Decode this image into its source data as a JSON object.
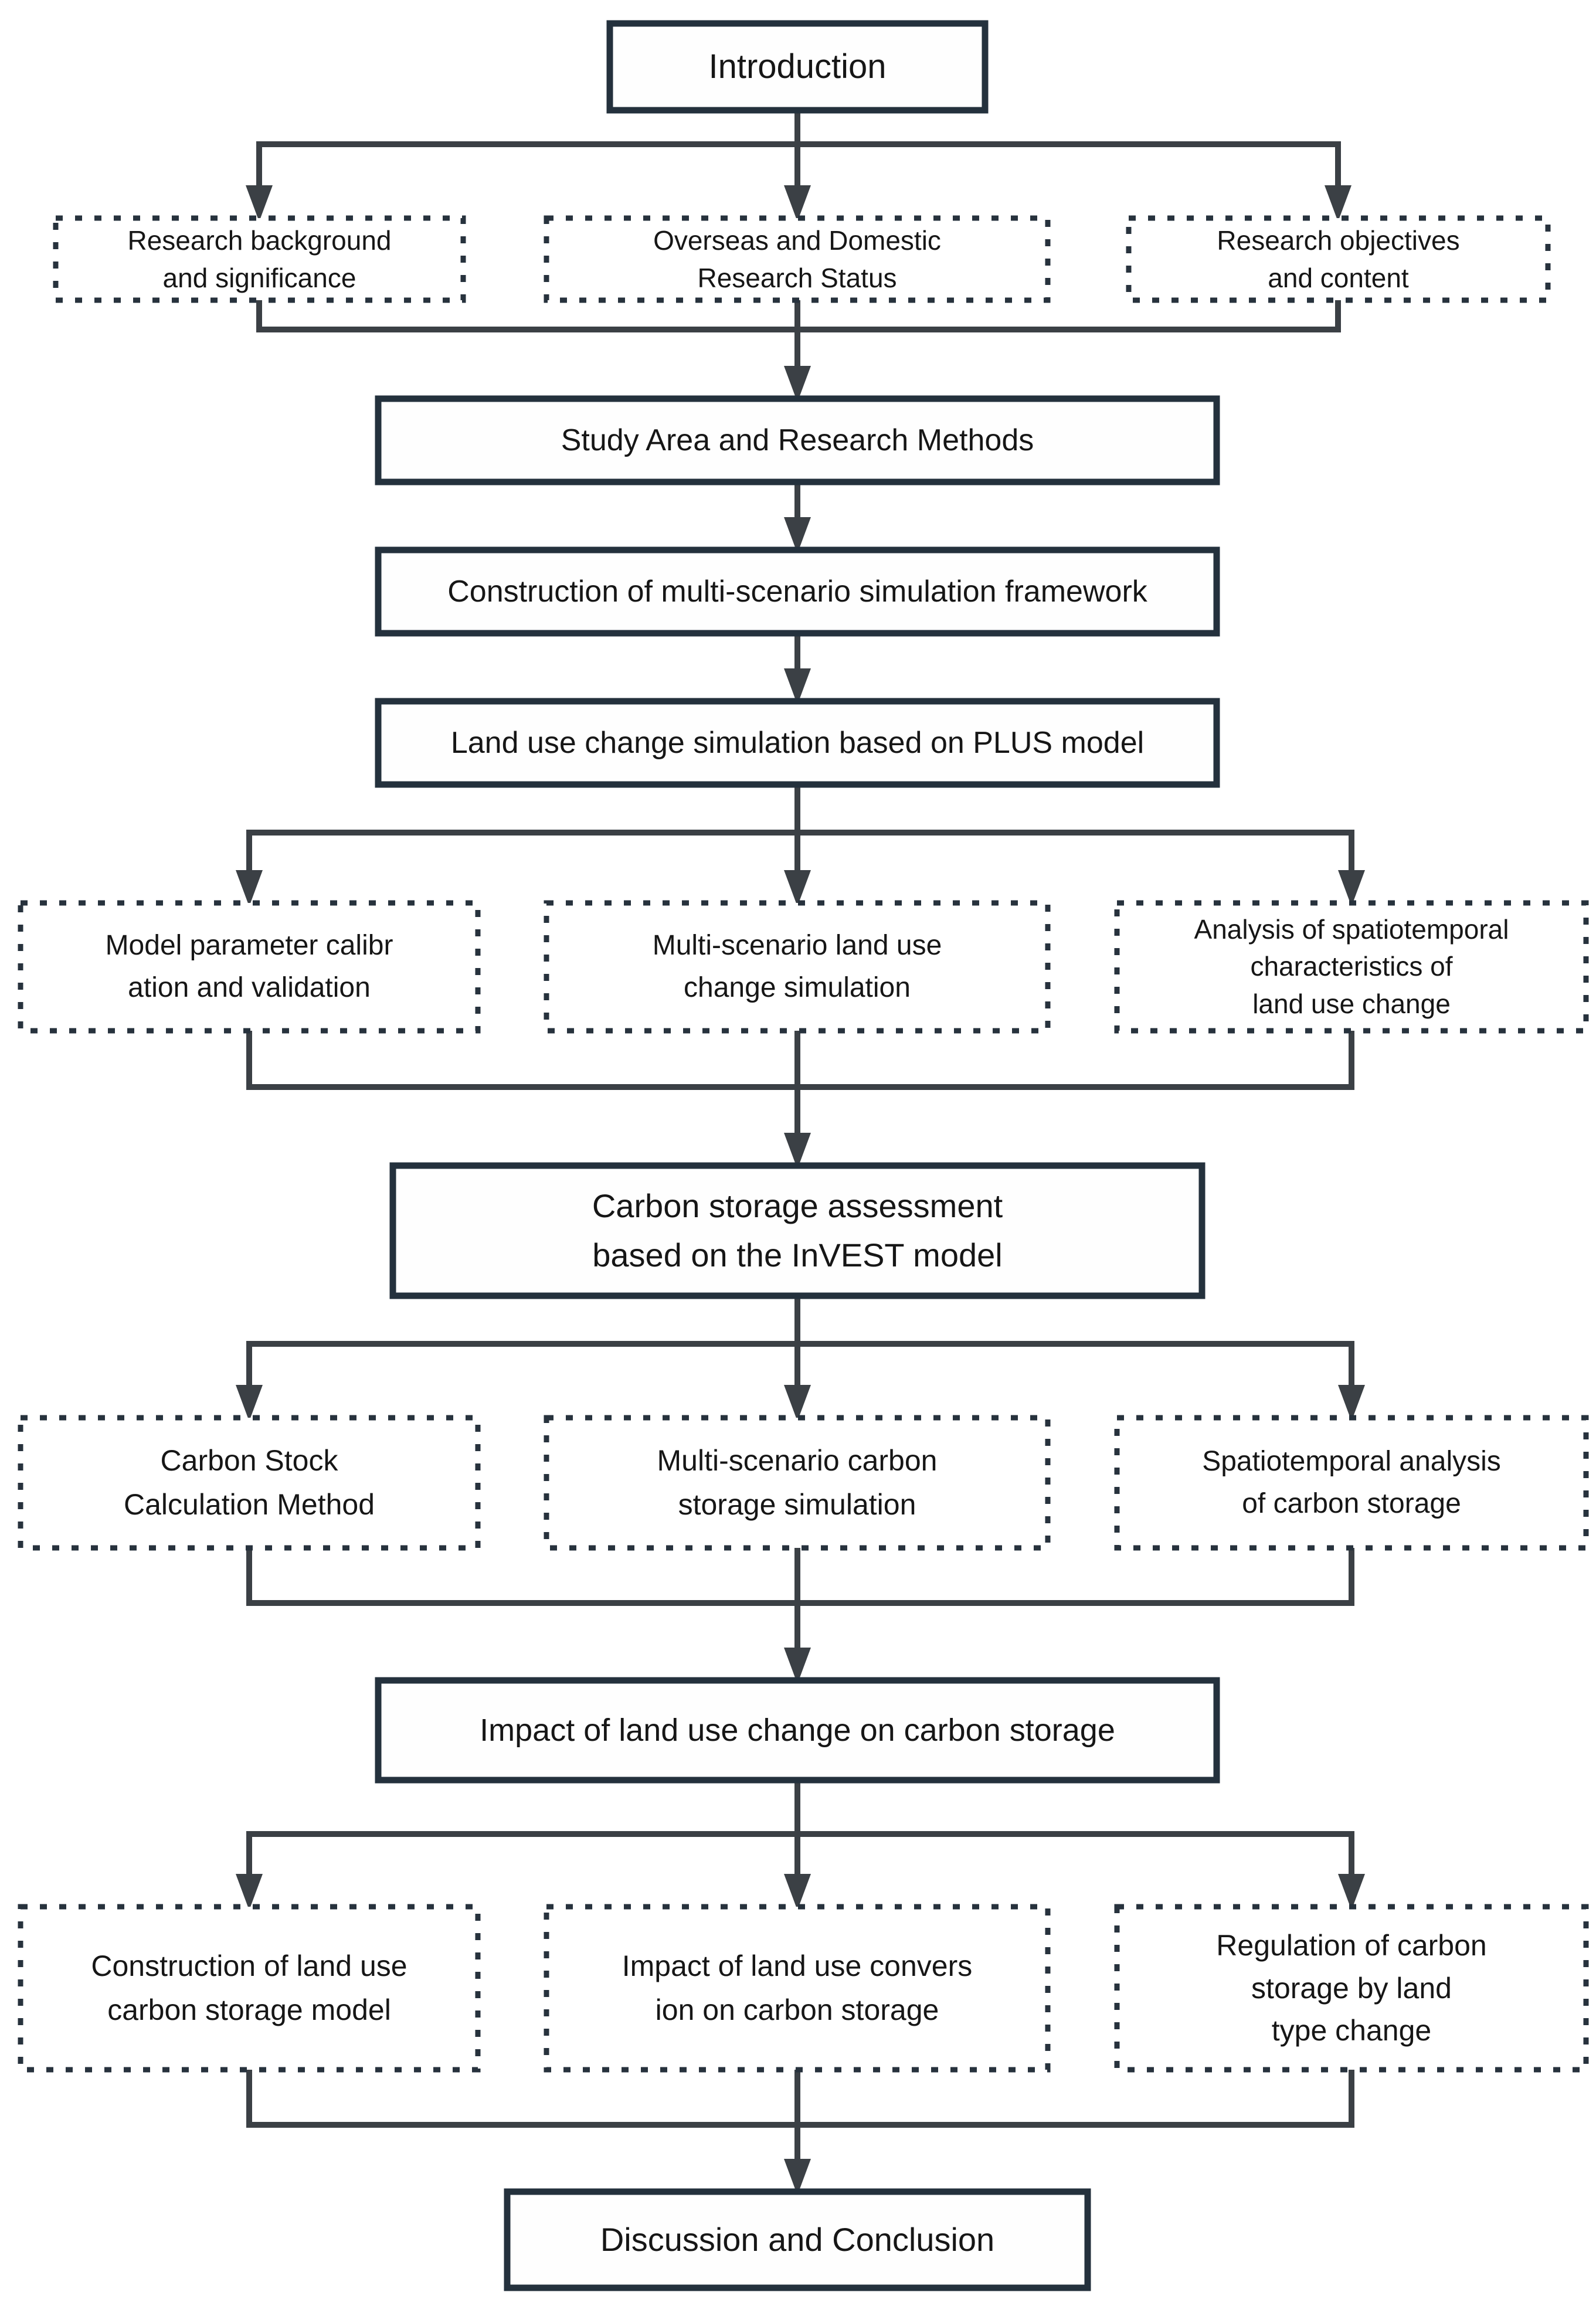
{
  "flowchart": {
    "introduction": {
      "label": "Introduction"
    },
    "intro_topics": [
      {
        "label": "Research background\nand significance"
      },
      {
        "label": "Overseas and Domestic\nResearch Status"
      },
      {
        "label": "Research objectives\nand content"
      }
    ],
    "study_area": {
      "label": "Study Area and Research Methods"
    },
    "simulation_framework": {
      "label": "Construction of multi-scenario simulation framework"
    },
    "plus_model": {
      "label": "Land use change simulation based on PLUS model"
    },
    "plus_topics": [
      {
        "label": "Model parameter calibr\nation and validation"
      },
      {
        "label": "Multi-scenario land use\nchange simulation"
      },
      {
        "label": "Analysis of spatiotemporal\ncharacteristics of\nland use change"
      }
    ],
    "invest_model": {
      "label": "Carbon storage assessment\nbased on the InVEST model"
    },
    "invest_topics": [
      {
        "label": "Carbon Stock\nCalculation Method"
      },
      {
        "label": "Multi-scenario carbon\nstorage simulation"
      },
      {
        "label": "Spatiotemporal analysis\nof carbon storage"
      }
    ],
    "impact_chapter": {
      "label": "Impact of land use change on carbon storage"
    },
    "impact_topics": [
      {
        "label": "Construction of land use\ncarbon storage model"
      },
      {
        "label": "Impact of land use convers\nion on carbon storage"
      },
      {
        "label": "Regulation of carbon\nstorage by land\ntype change"
      }
    ],
    "conclusion": {
      "label": "Discussion and Conclusion"
    }
  },
  "colors": {
    "wire": "#3b4045",
    "solid_border": "#24313d",
    "dotted_border": "#27323d",
    "text": "#161616",
    "background": "#ffffff"
  }
}
